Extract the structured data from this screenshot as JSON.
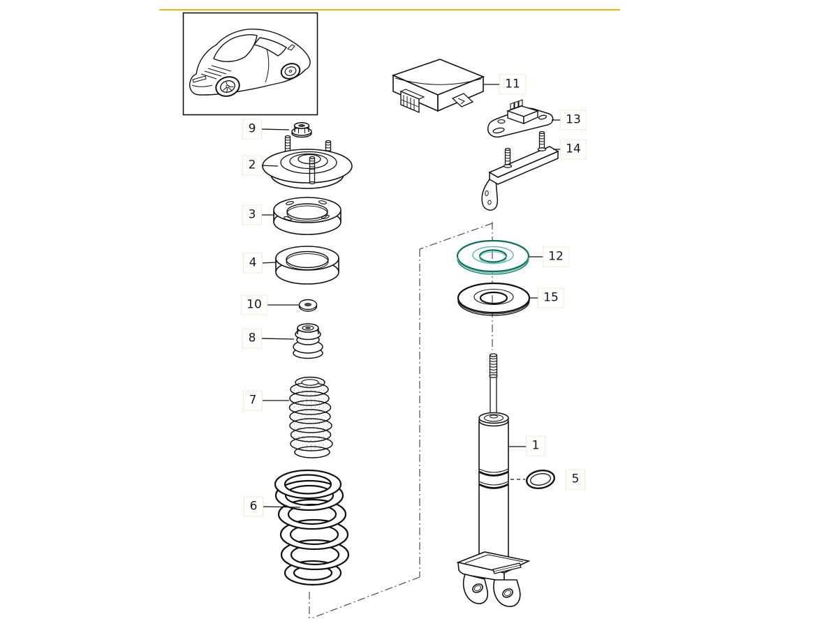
{
  "diagram": {
    "accent_rule_color": "#F0B40A",
    "highlight_color": "#0C6E5F",
    "highlight_light_color": "#62BCAB",
    "highlighted_callout": "12",
    "callouts": [
      {
        "number": "1"
      },
      {
        "number": "2"
      },
      {
        "number": "3"
      },
      {
        "number": "4"
      },
      {
        "number": "5"
      },
      {
        "number": "6"
      },
      {
        "number": "7"
      },
      {
        "number": "8"
      },
      {
        "number": "9"
      },
      {
        "number": "10"
      },
      {
        "number": "11"
      },
      {
        "number": "12"
      },
      {
        "number": "13"
      },
      {
        "number": "14"
      },
      {
        "number": "15"
      }
    ]
  }
}
